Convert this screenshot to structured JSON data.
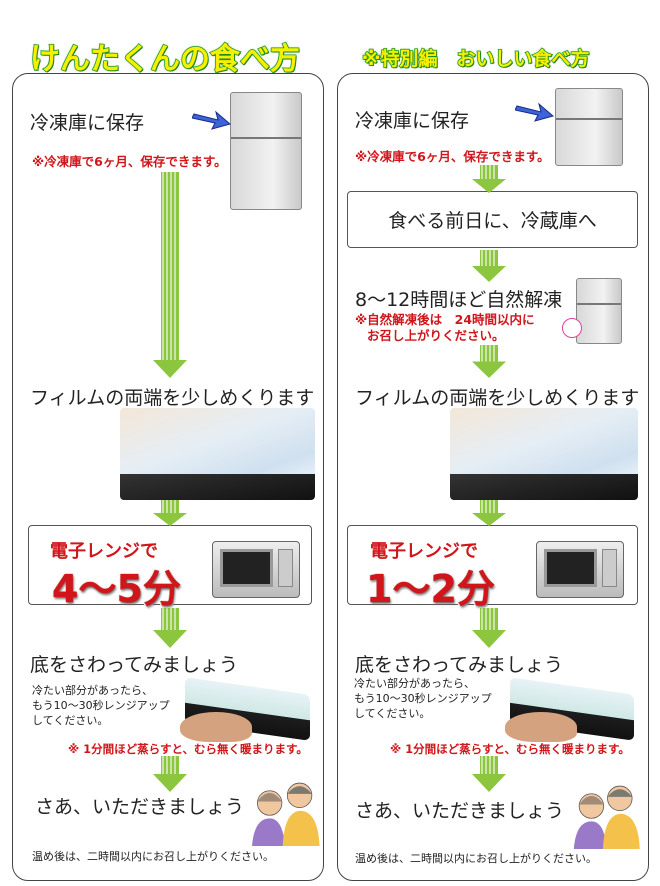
{
  "left": {
    "title": "けんたくんの食べ方",
    "store": "冷凍庫に保存",
    "store_note": "※冷凍庫で6ヶ月、保存できます。",
    "film": "フィルムの両端を少しめくります",
    "microwave": "電子レンジで",
    "time": "4～5分",
    "touch": "底をさわってみましょう",
    "touch_note": [
      "冷たい部分があったら、",
      "もう10～30秒レンジアップ",
      "してください。"
    ],
    "steam_note": "※ 1分間ほど蒸らすと、むら無く暖まります。",
    "eat": "さあ、いただきましょう",
    "after": "温め後は、二時間以内にお召し上がりください。"
  },
  "right": {
    "title": "※特別編　おいしい食べ方",
    "store": "冷凍庫に保存",
    "store_note": "※冷凍庫で6ヶ月、保存できます。",
    "fridge_step": "食べる前日に、冷蔵庫へ",
    "thaw": "8～12時間ほど自然解凍",
    "thaw_note": [
      "※自然解凍後は　24時間以内に",
      "お召し上がりください。"
    ],
    "film": "フィルムの両端を少しめくります",
    "microwave": "電子レンジで",
    "time": "1～2分",
    "touch": "底をさわってみましょう",
    "touch_note": [
      "冷たい部分があったら、",
      "もう10～30秒レンジアップ",
      "してください。"
    ],
    "steam_note": "※ 1分間ほど蒸らすと、むら無く暖まります。",
    "eat": "さあ、いただきましょう",
    "after": "温め後は、二時間以内にお召し上がりください。"
  },
  "colors": {
    "arrow": "#8cc63f",
    "red": "#d0161b",
    "title_fill": "#f4f000",
    "title_stroke": "#1a9a1a"
  }
}
